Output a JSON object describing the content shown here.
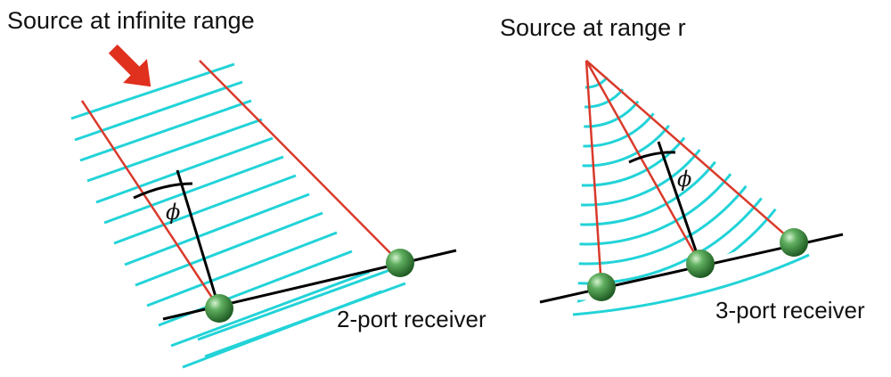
{
  "left_panel": {
    "title": "Source at infinite range",
    "phi_symbol": "ϕ",
    "receiver_label": "2-port receiver"
  },
  "right_panel": {
    "title": "Source at range r",
    "phi_symbol": "ϕ",
    "receiver_label": "3-port receiver"
  },
  "colors": {
    "wavefront": "#22d3d8",
    "ray": "#d93a2b",
    "arrow": "#e0301e",
    "baseline": "#000000",
    "receiver_node": "#2f7d36"
  }
}
